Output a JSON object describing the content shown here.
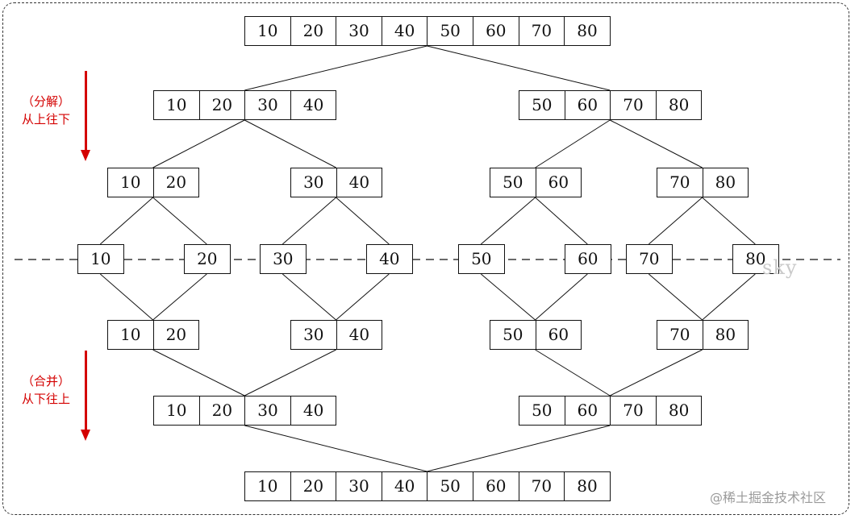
{
  "labels": {
    "split": {
      "line1": "（分解）",
      "line2": "从上往下"
    },
    "merge": {
      "line1": "（合并）",
      "line2": "从下往上"
    }
  },
  "colors": {
    "accent": "#d40000",
    "box_border": "#111111",
    "line": "#111111"
  },
  "levels": [
    {
      "name": "top",
      "groups": [
        [
          "10",
          "20",
          "30",
          "40",
          "50",
          "60",
          "70",
          "80"
        ]
      ]
    },
    {
      "name": "split-halves",
      "groups": [
        [
          "10",
          "20",
          "30",
          "40"
        ],
        [
          "50",
          "60",
          "70",
          "80"
        ]
      ]
    },
    {
      "name": "split-pairs",
      "groups": [
        [
          "10",
          "20"
        ],
        [
          "30",
          "40"
        ],
        [
          "50",
          "60"
        ],
        [
          "70",
          "80"
        ]
      ]
    },
    {
      "name": "singles",
      "groups": [
        [
          "10"
        ],
        [
          "20"
        ],
        [
          "30"
        ],
        [
          "40"
        ],
        [
          "50"
        ],
        [
          "60"
        ],
        [
          "70"
        ],
        [
          "80"
        ]
      ]
    },
    {
      "name": "merge-pairs",
      "groups": [
        [
          "10",
          "20"
        ],
        [
          "30",
          "40"
        ],
        [
          "50",
          "60"
        ],
        [
          "70",
          "80"
        ]
      ]
    },
    {
      "name": "merge-halves",
      "groups": [
        [
          "10",
          "20",
          "30",
          "40"
        ],
        [
          "50",
          "60",
          "70",
          "80"
        ]
      ]
    },
    {
      "name": "bottom",
      "groups": [
        [
          "10",
          "20",
          "30",
          "40",
          "50",
          "60",
          "70",
          "80"
        ]
      ]
    }
  ],
  "watermarks": {
    "sky": "sky",
    "site": "@稀土掘金技术社区"
  }
}
